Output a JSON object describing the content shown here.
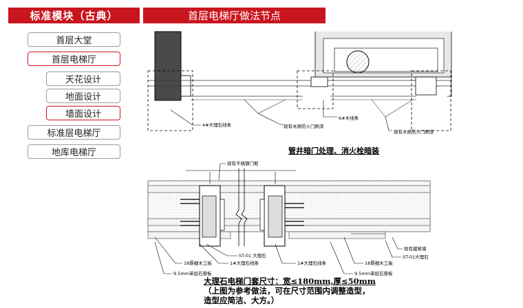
{
  "header": {
    "module_title": "标准模块（古典）",
    "section_title": "首层电梯厅做法节点"
  },
  "nav": [
    {
      "label": "首层大堂",
      "active": false
    },
    {
      "label": "首层电梯厅",
      "active": true
    },
    {
      "label": "天花设计",
      "active": false
    },
    {
      "label": "地面设计",
      "active": false
    },
    {
      "label": "墙面设计",
      "active": true
    },
    {
      "label": "标准层电梯厅",
      "active": false
    },
    {
      "label": "地库电梯厅",
      "active": false
    }
  ],
  "drawing_top": {
    "labels": {
      "marble_trim": "4#大理石线条",
      "wood_trim": "6#木线条",
      "fire_door_paint_1": "现有木质防火门刷漆",
      "fire_door_paint_2": "现有木质防火门刷漆"
    },
    "caption": "管井暗门处理、消火栓暗装"
  },
  "drawing_bottom": {
    "labels": {
      "stainless_frame": "现有不锈钢门框",
      "st01_left": "ST-01 大理石",
      "wood_board": "18厚细木工板",
      "marble_trim_1": "1#大理石线条",
      "gypsum_board": "9.5mm单层石膏板",
      "marble_trim_2": "1#大理石线条",
      "wood_board_2": "18厚细木工板",
      "gypsum_board_2": "9.5mm单层石膏板",
      "existing_structure": "现有建筑墙",
      "st01_right": "ST-01大理石"
    }
  },
  "notes": {
    "line1": "大理石电梯门套尺寸：宽≤180mm,厚≤50mm",
    "line2": "（上图为参考做法，可在尺寸范围内调整造型，",
    "line3": "造型应简洁、大方。）"
  }
}
